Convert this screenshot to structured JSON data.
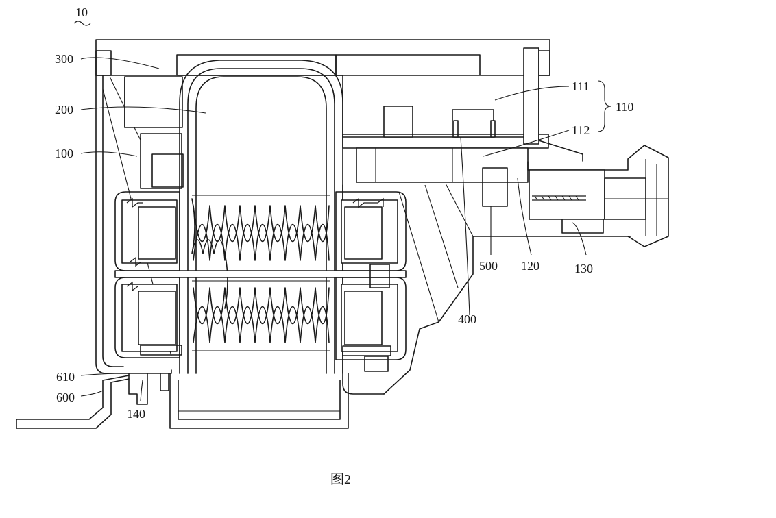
{
  "figure": {
    "caption": "图2",
    "assembly_ref": "10"
  },
  "labels": {
    "l300": "300",
    "l200": "200",
    "l100": "100",
    "l111": "111",
    "l112": "112",
    "l110": "110",
    "l500": "500",
    "l120": "120",
    "l130": "130",
    "l400": "400",
    "l610": "610",
    "l600": "600",
    "l140": "140"
  }
}
